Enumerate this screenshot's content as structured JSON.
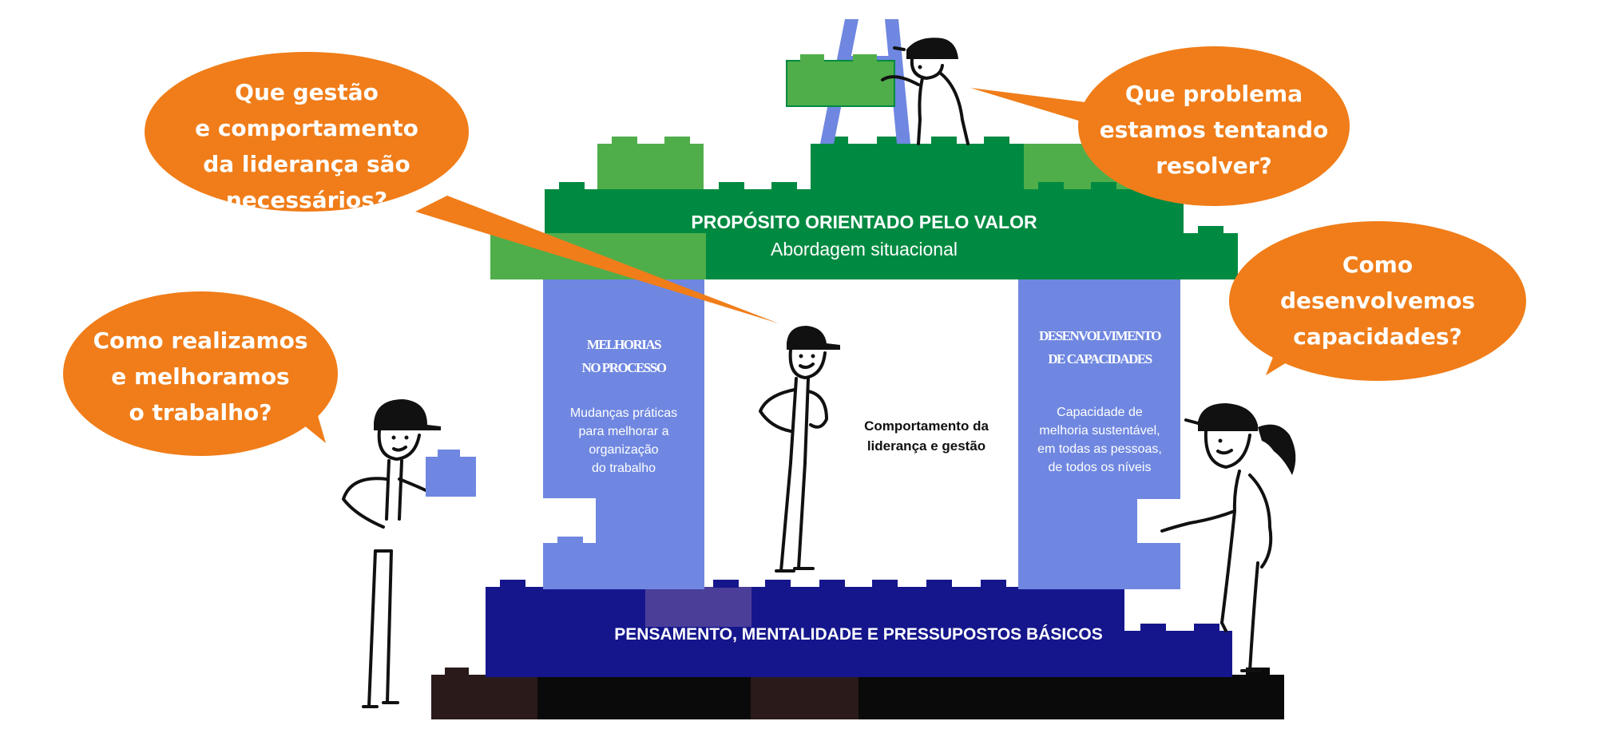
{
  "colors": {
    "orange": "#f07d19",
    "green_dark": "#008a41",
    "green_light": "#4fae4a",
    "blue_pillar": "#6f87e0",
    "navy": "#15168c",
    "black": "#0a0a0a",
    "brown": "#2a1a1a"
  },
  "bubbles": {
    "management": {
      "lines": [
        "Que gestão",
        "e comportamento",
        "da liderança são",
        "necessários?"
      ]
    },
    "problem": {
      "lines": [
        "Que problema",
        "estamos tentando",
        "resolver?"
      ]
    },
    "capabilities": {
      "lines": [
        "Como",
        "desenvolvemos",
        "capacidades?"
      ]
    },
    "work": {
      "lines": [
        "Como realizamos",
        "e melhoramos",
        "o trabalho?"
      ]
    }
  },
  "roof": {
    "title": "PROPÓSITO ORIENTADO PELO VALOR",
    "subtitle": "Abordagem situacional"
  },
  "pillar_left": {
    "title_lines": [
      "MELHORIAS",
      "NO PROCESSO"
    ],
    "body_lines": [
      "Mudanças práticas",
      "para melhorar a",
      "organização",
      "do trabalho"
    ]
  },
  "pillar_right": {
    "title_lines": [
      "DESENVOLVIMENTO",
      "DE CAPACIDADES"
    ],
    "body_lines": [
      "Capacidade de",
      "melhoria sustentável,",
      "em todas as pessoas,",
      "de todos os níveis"
    ]
  },
  "center": {
    "lines": [
      "Comportamento da",
      "liderança e gestão"
    ]
  },
  "foundation": {
    "title": "PENSAMENTO, MENTALIDADE E PRESSUPOSTOS BÁSICOS"
  },
  "icons": {
    "figures": [
      "worker-figure-top",
      "worker-figure-left",
      "worker-figure-center",
      "worker-figure-right"
    ],
    "ladder": "ladder-icon"
  }
}
